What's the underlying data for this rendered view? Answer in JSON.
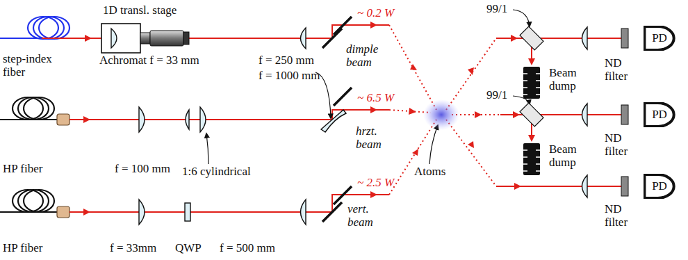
{
  "diagram": {
    "nodes": [
      {
        "text": [
          "PD"
        ]
      },
      {
        "text": [
          "PD"
        ]
      },
      {
        "text": [
          "PD"
        ]
      }
    ],
    "edges": [],
    "labels": [
      "1D transl. stage",
      "step-index fiber",
      "Achromat f = 33 mm",
      "f = 250 mm",
      "~ 0.2 W",
      "dimple beam",
      "f = 1000 mm",
      "~ 6.5 W",
      "hrzt. beam",
      "HP fiber",
      "f = 100 mm",
      "1:6 cylindrical",
      "~ 2.5 W",
      "vert. beam",
      "HP fiber",
      "f = 33mm",
      "QWP",
      "f = 500 mm",
      "Atoms",
      "99/1",
      "Beam dump",
      "ND filter",
      "99/1",
      "Beam dump",
      "ND filter",
      "ND filter"
    ]
  }
}
